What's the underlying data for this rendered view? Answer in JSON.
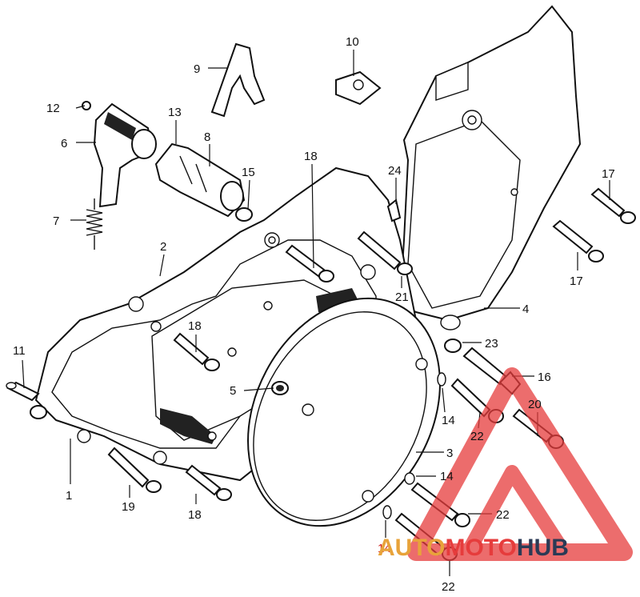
{
  "colors": {
    "line": "#111111",
    "logo_red": "#e63c3c",
    "logo_orange": "#e8a33a",
    "logo_navy": "#2b3a55"
  },
  "callouts": [
    {
      "id": "c1",
      "text": "1"
    },
    {
      "id": "c2",
      "text": "2"
    },
    {
      "id": "c3",
      "text": "3"
    },
    {
      "id": "c4",
      "text": "4"
    },
    {
      "id": "c5",
      "text": "5"
    },
    {
      "id": "c6",
      "text": "6"
    },
    {
      "id": "c7",
      "text": "7"
    },
    {
      "id": "c8",
      "text": "8"
    },
    {
      "id": "c9",
      "text": "9"
    },
    {
      "id": "c10",
      "text": "10"
    },
    {
      "id": "c11",
      "text": "11"
    },
    {
      "id": "c12",
      "text": "12"
    },
    {
      "id": "c13",
      "text": "13"
    },
    {
      "id": "c14a",
      "text": "14"
    },
    {
      "id": "c14b",
      "text": "14"
    },
    {
      "id": "c14c",
      "text": "14"
    },
    {
      "id": "c15",
      "text": "15"
    },
    {
      "id": "c16",
      "text": "16"
    },
    {
      "id": "c17a",
      "text": "17"
    },
    {
      "id": "c17b",
      "text": "17"
    },
    {
      "id": "c18a",
      "text": "18"
    },
    {
      "id": "c18b",
      "text": "18"
    },
    {
      "id": "c18c",
      "text": "18"
    },
    {
      "id": "c19",
      "text": "19"
    },
    {
      "id": "c20",
      "text": "20"
    },
    {
      "id": "c21",
      "text": "21"
    },
    {
      "id": "c22a",
      "text": "22"
    },
    {
      "id": "c22b",
      "text": "22"
    },
    {
      "id": "c22c",
      "text": "22"
    },
    {
      "id": "c23",
      "text": "23"
    },
    {
      "id": "c24",
      "text": "24"
    }
  ],
  "watermark": {
    "part1": "AUTO",
    "part2": "MOTO",
    "part3": "HUB"
  }
}
